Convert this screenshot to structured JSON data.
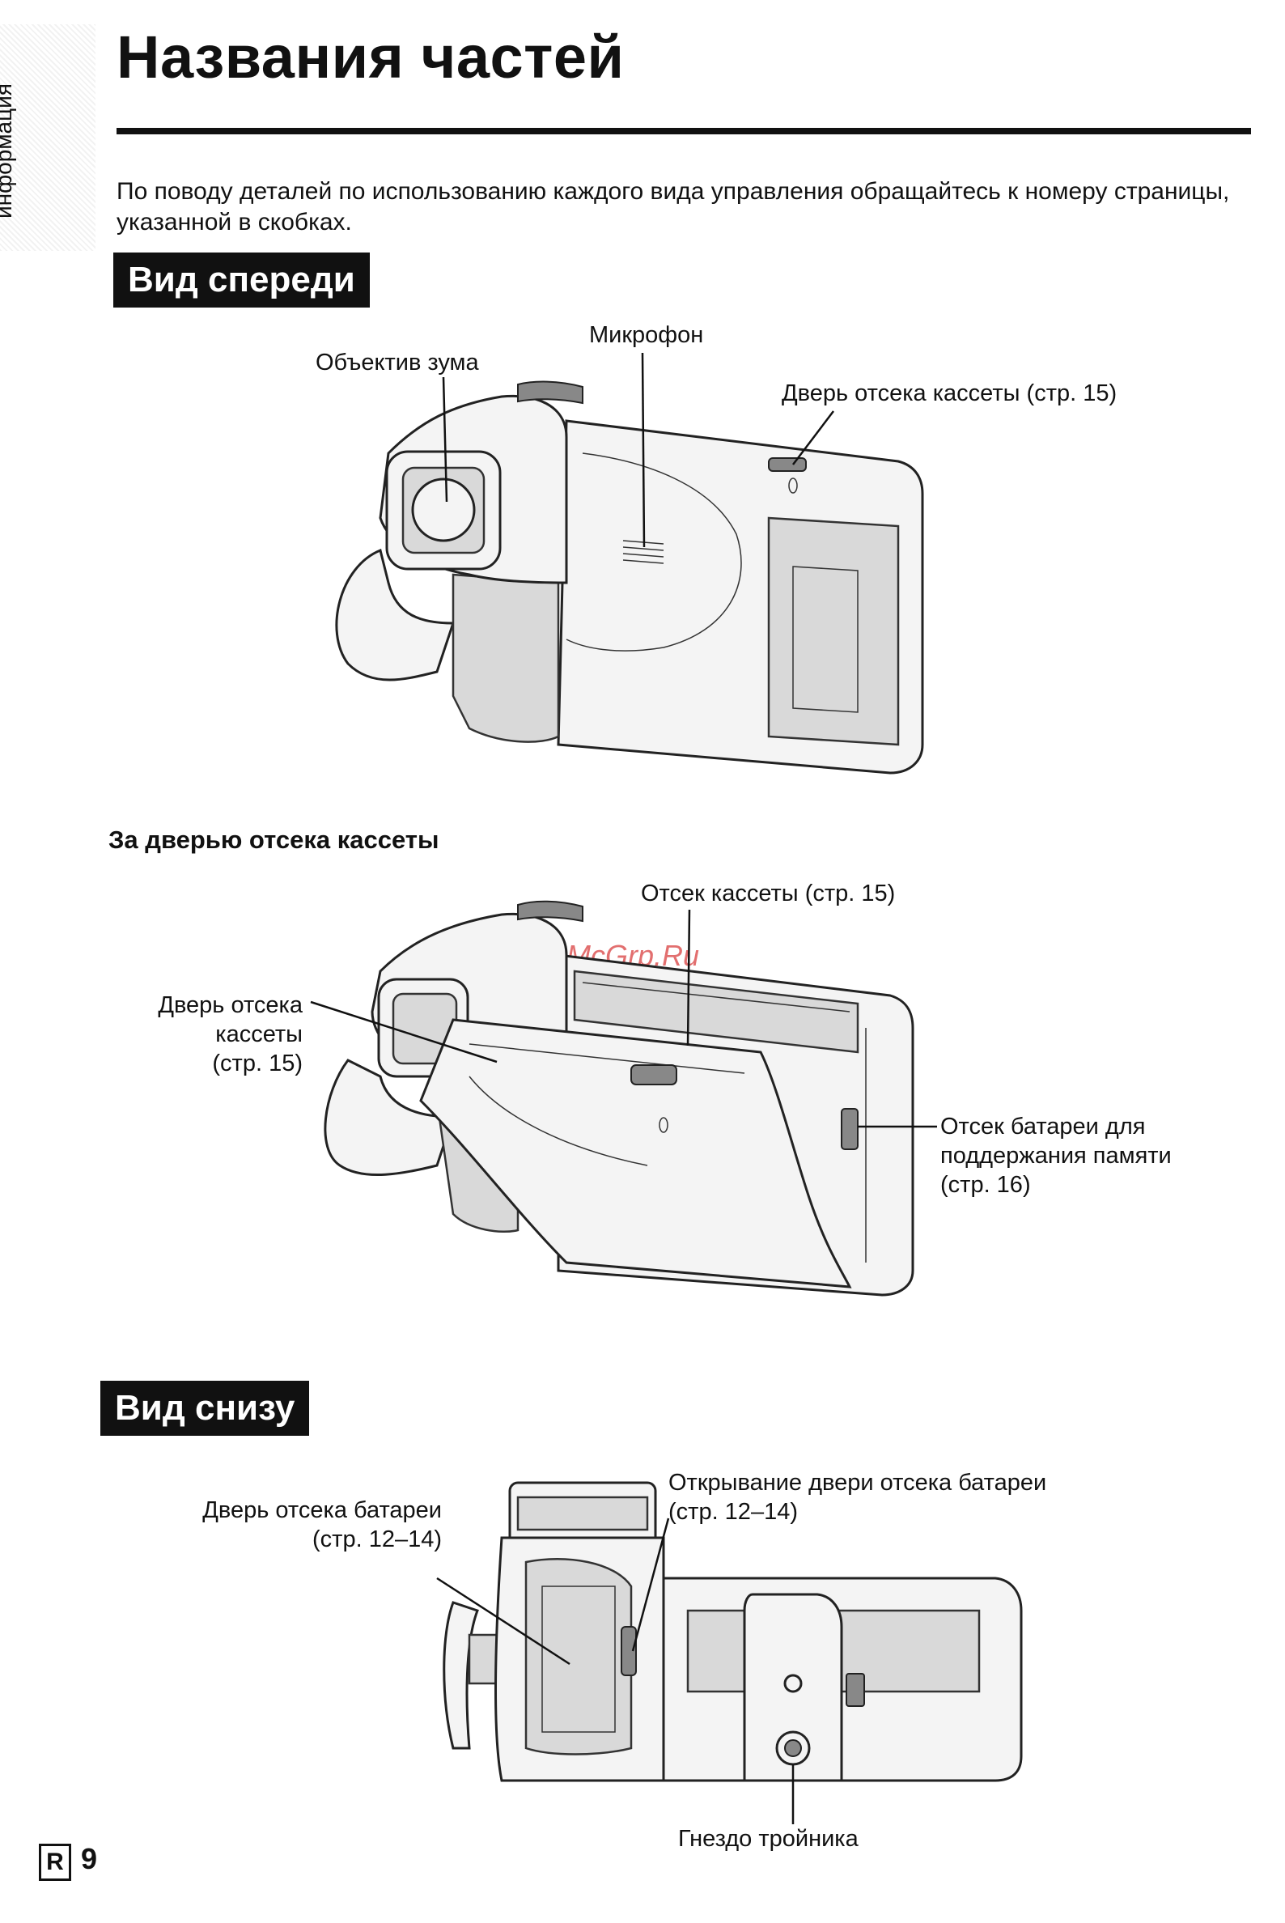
{
  "side_tab": {
    "text": "Важная\nинформация"
  },
  "page_title": "Названия частей",
  "intro_text": "По поводу деталей по использованию каждого вида управления обращайтесь к номеру страницы, указанной в скобках.",
  "sections": {
    "front": {
      "heading": "Вид спереди",
      "labels": {
        "zoom_lens": "Объектив зума",
        "microphone": "Микрофон",
        "cassette_door": "Дверь отсека кассеты (стр. 15)"
      }
    },
    "behind_door": {
      "heading": "За дверью отсека кассеты",
      "labels": {
        "cassette_compartment": "Отсек кассеты (стр. 15)",
        "cassette_door_1": "Дверь отсека",
        "cassette_door_2": "кассеты",
        "cassette_door_3": "(стр. 15)",
        "memory_battery_1": "Отсек батареи для",
        "memory_battery_2": "поддержания памяти",
        "memory_battery_3": "(стр. 16)"
      }
    },
    "bottom": {
      "heading": "Вид снизу",
      "labels": {
        "battery_door_1": "Дверь отсека батареи",
        "battery_door_2": "(стр. 12–14)",
        "battery_door_open_1": "Открывание двери отсека батареи",
        "battery_door_open_2": "(стр. 12–14)",
        "tripod_socket": "Гнездо тройника"
      }
    }
  },
  "footer": {
    "lang_mark": "R",
    "page_number": "9"
  },
  "watermark": "McGrp.Ru"
}
